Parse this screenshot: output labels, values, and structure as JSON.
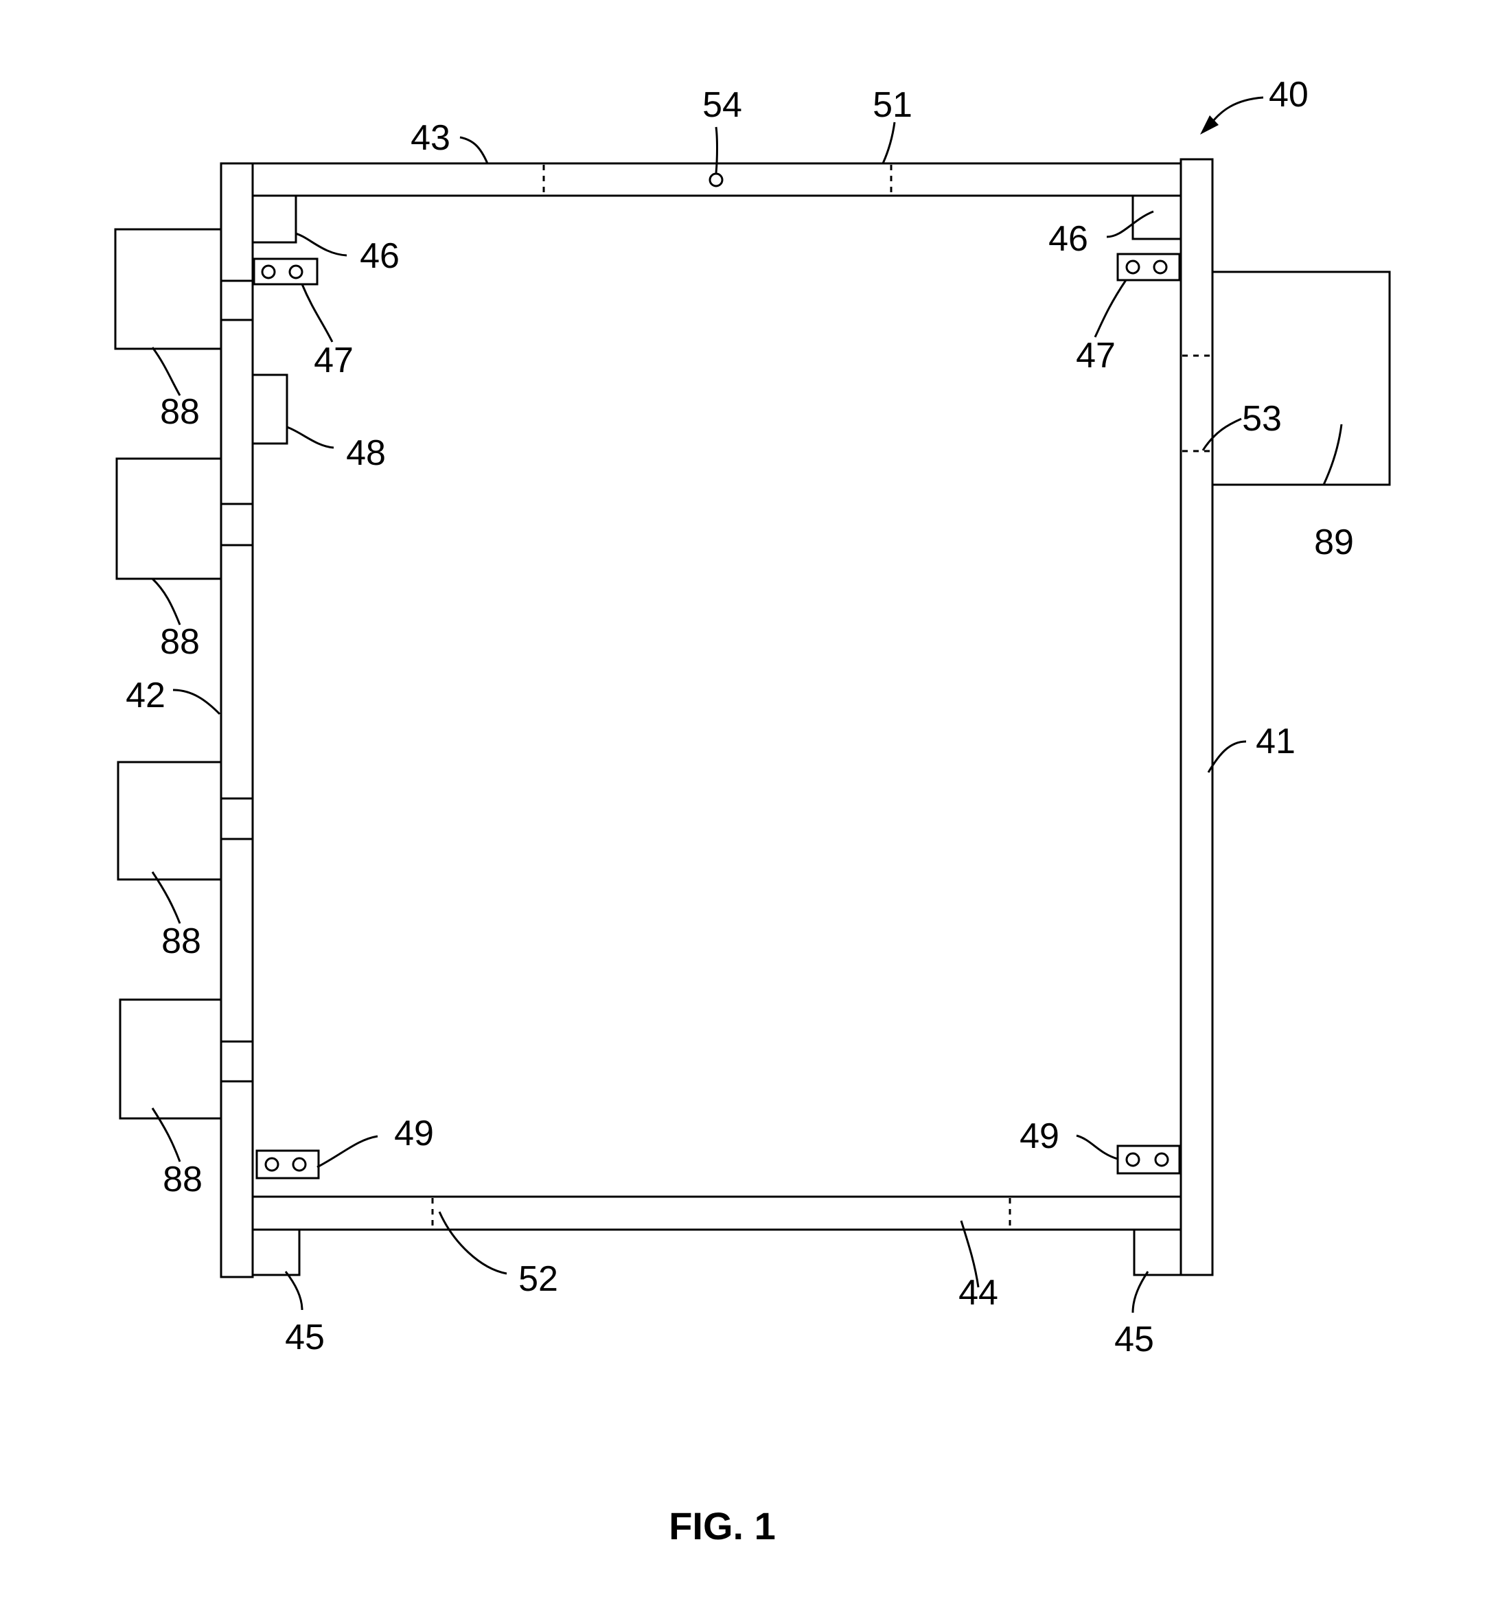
{
  "figure": {
    "caption": "FIG. 1",
    "refs": {
      "r40": "40",
      "r41": "41",
      "r42": "42",
      "r43": "43",
      "r44": "44",
      "r45a": "45",
      "r45b": "45",
      "r46a": "46",
      "r46b": "46",
      "r47a": "47",
      "r47b": "47",
      "r48": "48",
      "r49a": "49",
      "r49b": "49",
      "r51": "51",
      "r52": "52",
      "r53": "53",
      "r54": "54",
      "r88a": "88",
      "r88b": "88",
      "r88c": "88",
      "r88d": "88",
      "r89": "89"
    }
  }
}
